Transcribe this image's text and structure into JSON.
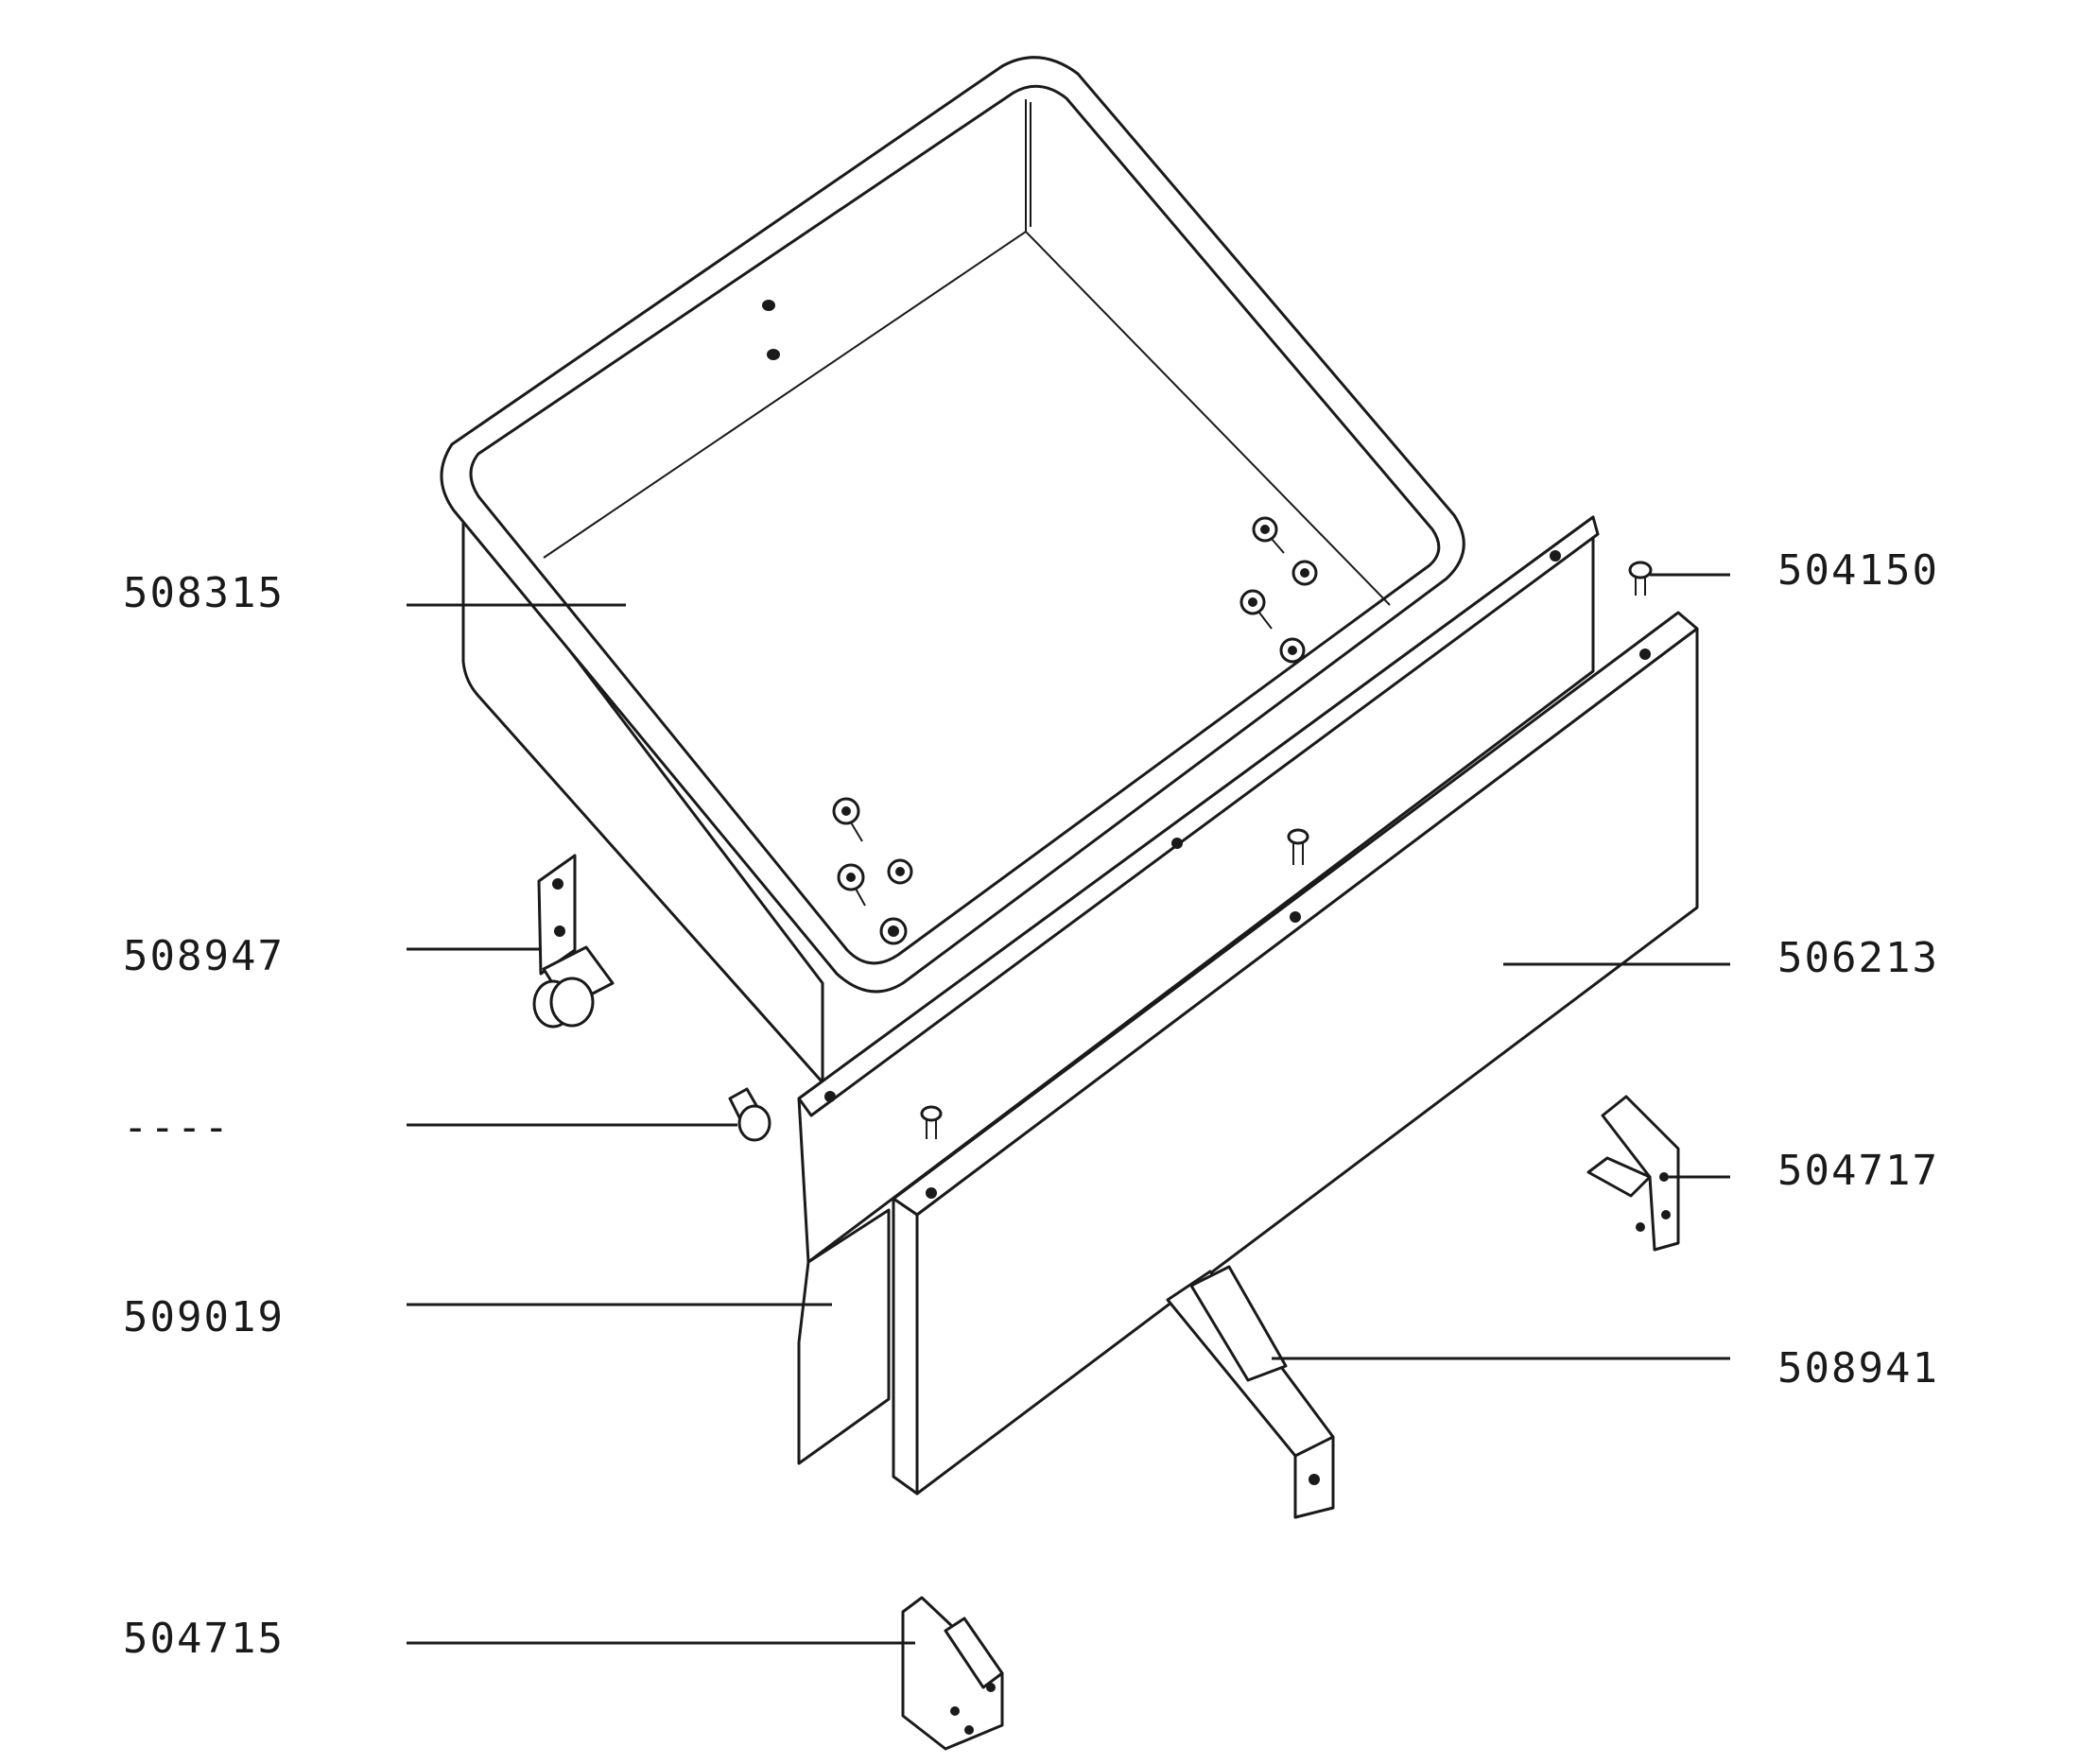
{
  "labels": {
    "tub": "508315",
    "caster": "508947",
    "knob": "----",
    "rear_panel": "509019",
    "screw": "504150",
    "front_panel": "506213",
    "right_bracket": "504717",
    "runner": "508941",
    "left_bracket": "504715"
  }
}
